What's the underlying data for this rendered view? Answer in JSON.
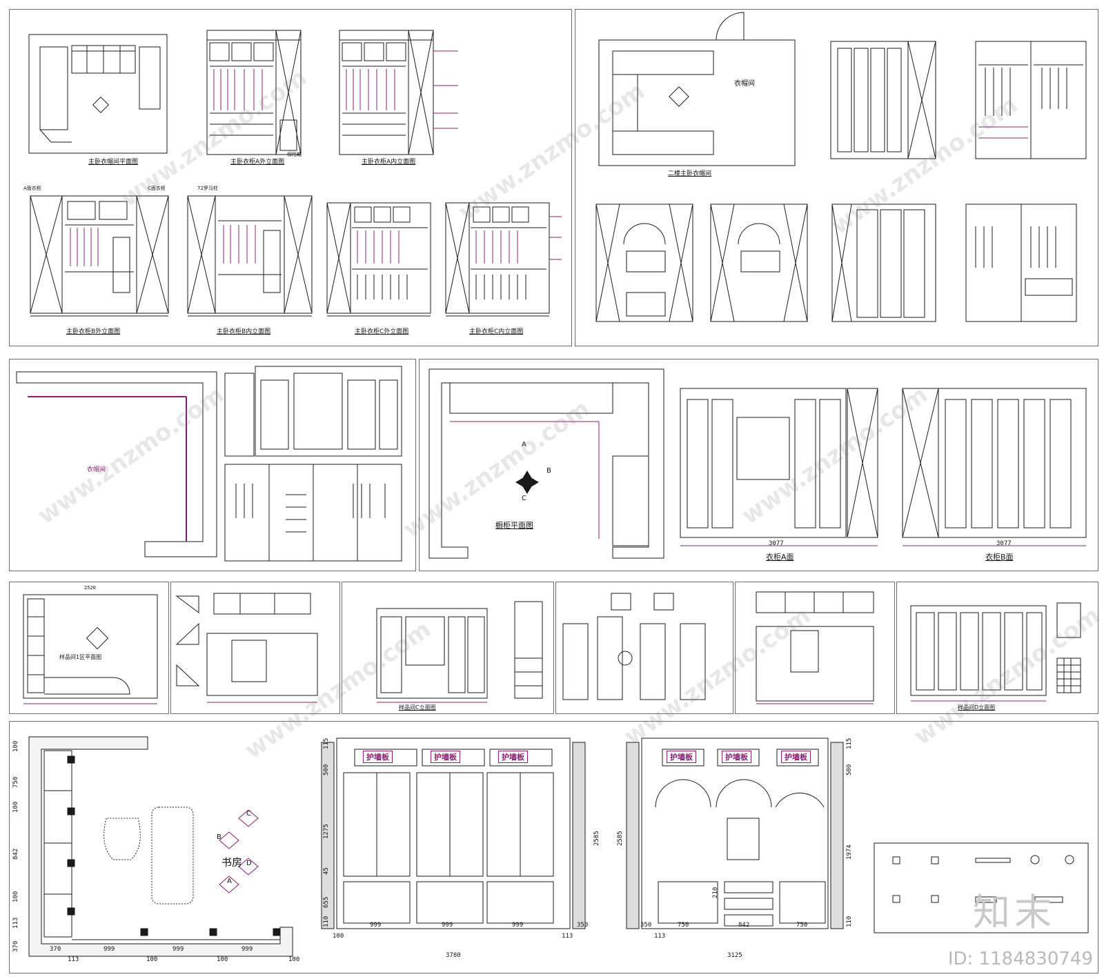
{
  "captions": {
    "p1_plan": "主卧衣帽间平面图",
    "p1_a_out": "主卧衣柜A外立面图",
    "p1_a_in": "主卧衣柜A内立面图",
    "p1_b_out": "主卧衣柜B外立面图",
    "p1_b_in": "主卧衣柜B内立面图",
    "p1_c_out": "主卧衣柜C外立面图",
    "p1_c_in": "主卧衣柜C内立面图",
    "p2_plan": "二楼主卧衣帽间",
    "p3_plan": "橱柜平面图",
    "p3_a": "衣柜A面",
    "p3_b": "衣柜B面",
    "p4_plan": "样品间1区平面图",
    "p4_c": "样品间C立面图",
    "p4_d": "样品间D立面图"
  },
  "labels": {
    "closet_room": "衣帽间",
    "closet_room_pink": "衣帽间",
    "study": "书房",
    "wall_panel": "护墙板",
    "bag_a": "A面衣柜",
    "bag_c": "C面衣柜",
    "roman": "72罗马柱",
    "safe": "保险箱",
    "ref_a": "A",
    "ref_b": "B",
    "ref_c": "C",
    "ref_d": "D"
  },
  "dims": {
    "bottom_a": [
      "370",
      "113",
      "999",
      "999",
      "999",
      "100"
    ],
    "left_a": [
      "100",
      "750",
      "100",
      "842",
      "100",
      "113",
      "370"
    ],
    "bottom_b": [
      "100",
      "999",
      "999",
      "999",
      "113",
      "350"
    ],
    "total_b": "3780",
    "height_b": "2585",
    "side_b": [
      "115",
      "500",
      "1275",
      "45",
      "655",
      "110"
    ],
    "bottom_c": [
      "350",
      "113",
      "750",
      "842",
      "750"
    ],
    "total_c": "3125",
    "height_c": "2585",
    "side_c": [
      "115",
      "500",
      "1974",
      "110"
    ],
    "mid_c": "210",
    "total_p3_a": "3077",
    "total_p3_b": "3077",
    "p4_w": "2520"
  },
  "brand": {
    "name": "知末",
    "id": "ID: 1184830749",
    "watermark": "www.znzmo.com"
  },
  "colors": {
    "line": "#1a1a1a",
    "accent": "#8a1c6e",
    "frame": "#6b6b6b"
  }
}
